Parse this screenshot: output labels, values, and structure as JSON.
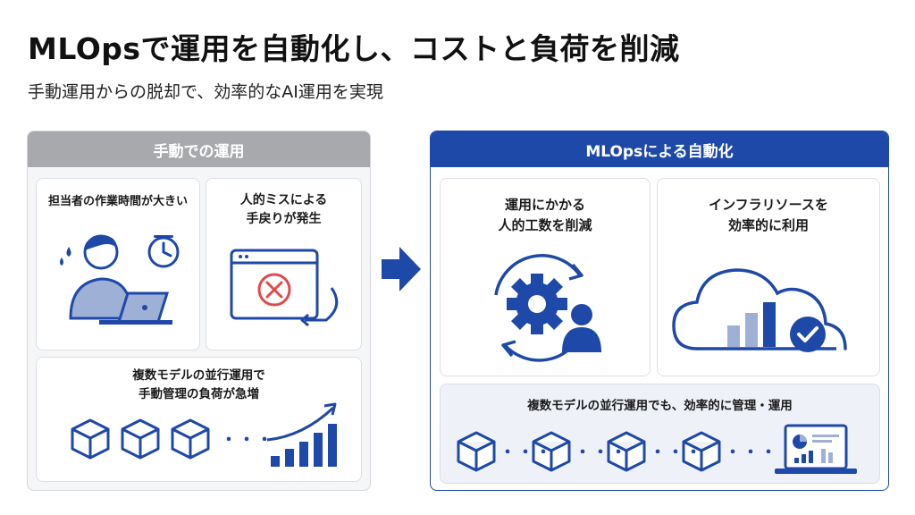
{
  "header": {
    "title": "MLOpsで運用を自動化し、コストと負荷を削減",
    "subtitle": "手動運用からの脱却で、効率的なAI運用を実現"
  },
  "manual": {
    "heading": "手動での運用",
    "card1": "担当者の作業時間が大きい",
    "card2_line1": "人的ミスによる",
    "card2_line2": "手戻りが発生",
    "card3_line1": "複数モデルの並行運用で",
    "card3_line2": "手動管理の負荷が急増",
    "dots": "・・・"
  },
  "auto": {
    "heading": "MLOpsによる自動化",
    "card1_line1": "運用にかかる",
    "card1_line2": "人的工数を削減",
    "card2_line1": "インフラリソースを",
    "card2_line2": "効率的に利用",
    "card3": "複数モデルの並行運用でも、効率的に管理・運用",
    "dots": "・・・"
  },
  "colors": {
    "brand_blue": "#1f49a8",
    "error_red": "#e04a4a",
    "light_blue": "#9fb0d6",
    "manual_gray": "#a7a9ad"
  }
}
